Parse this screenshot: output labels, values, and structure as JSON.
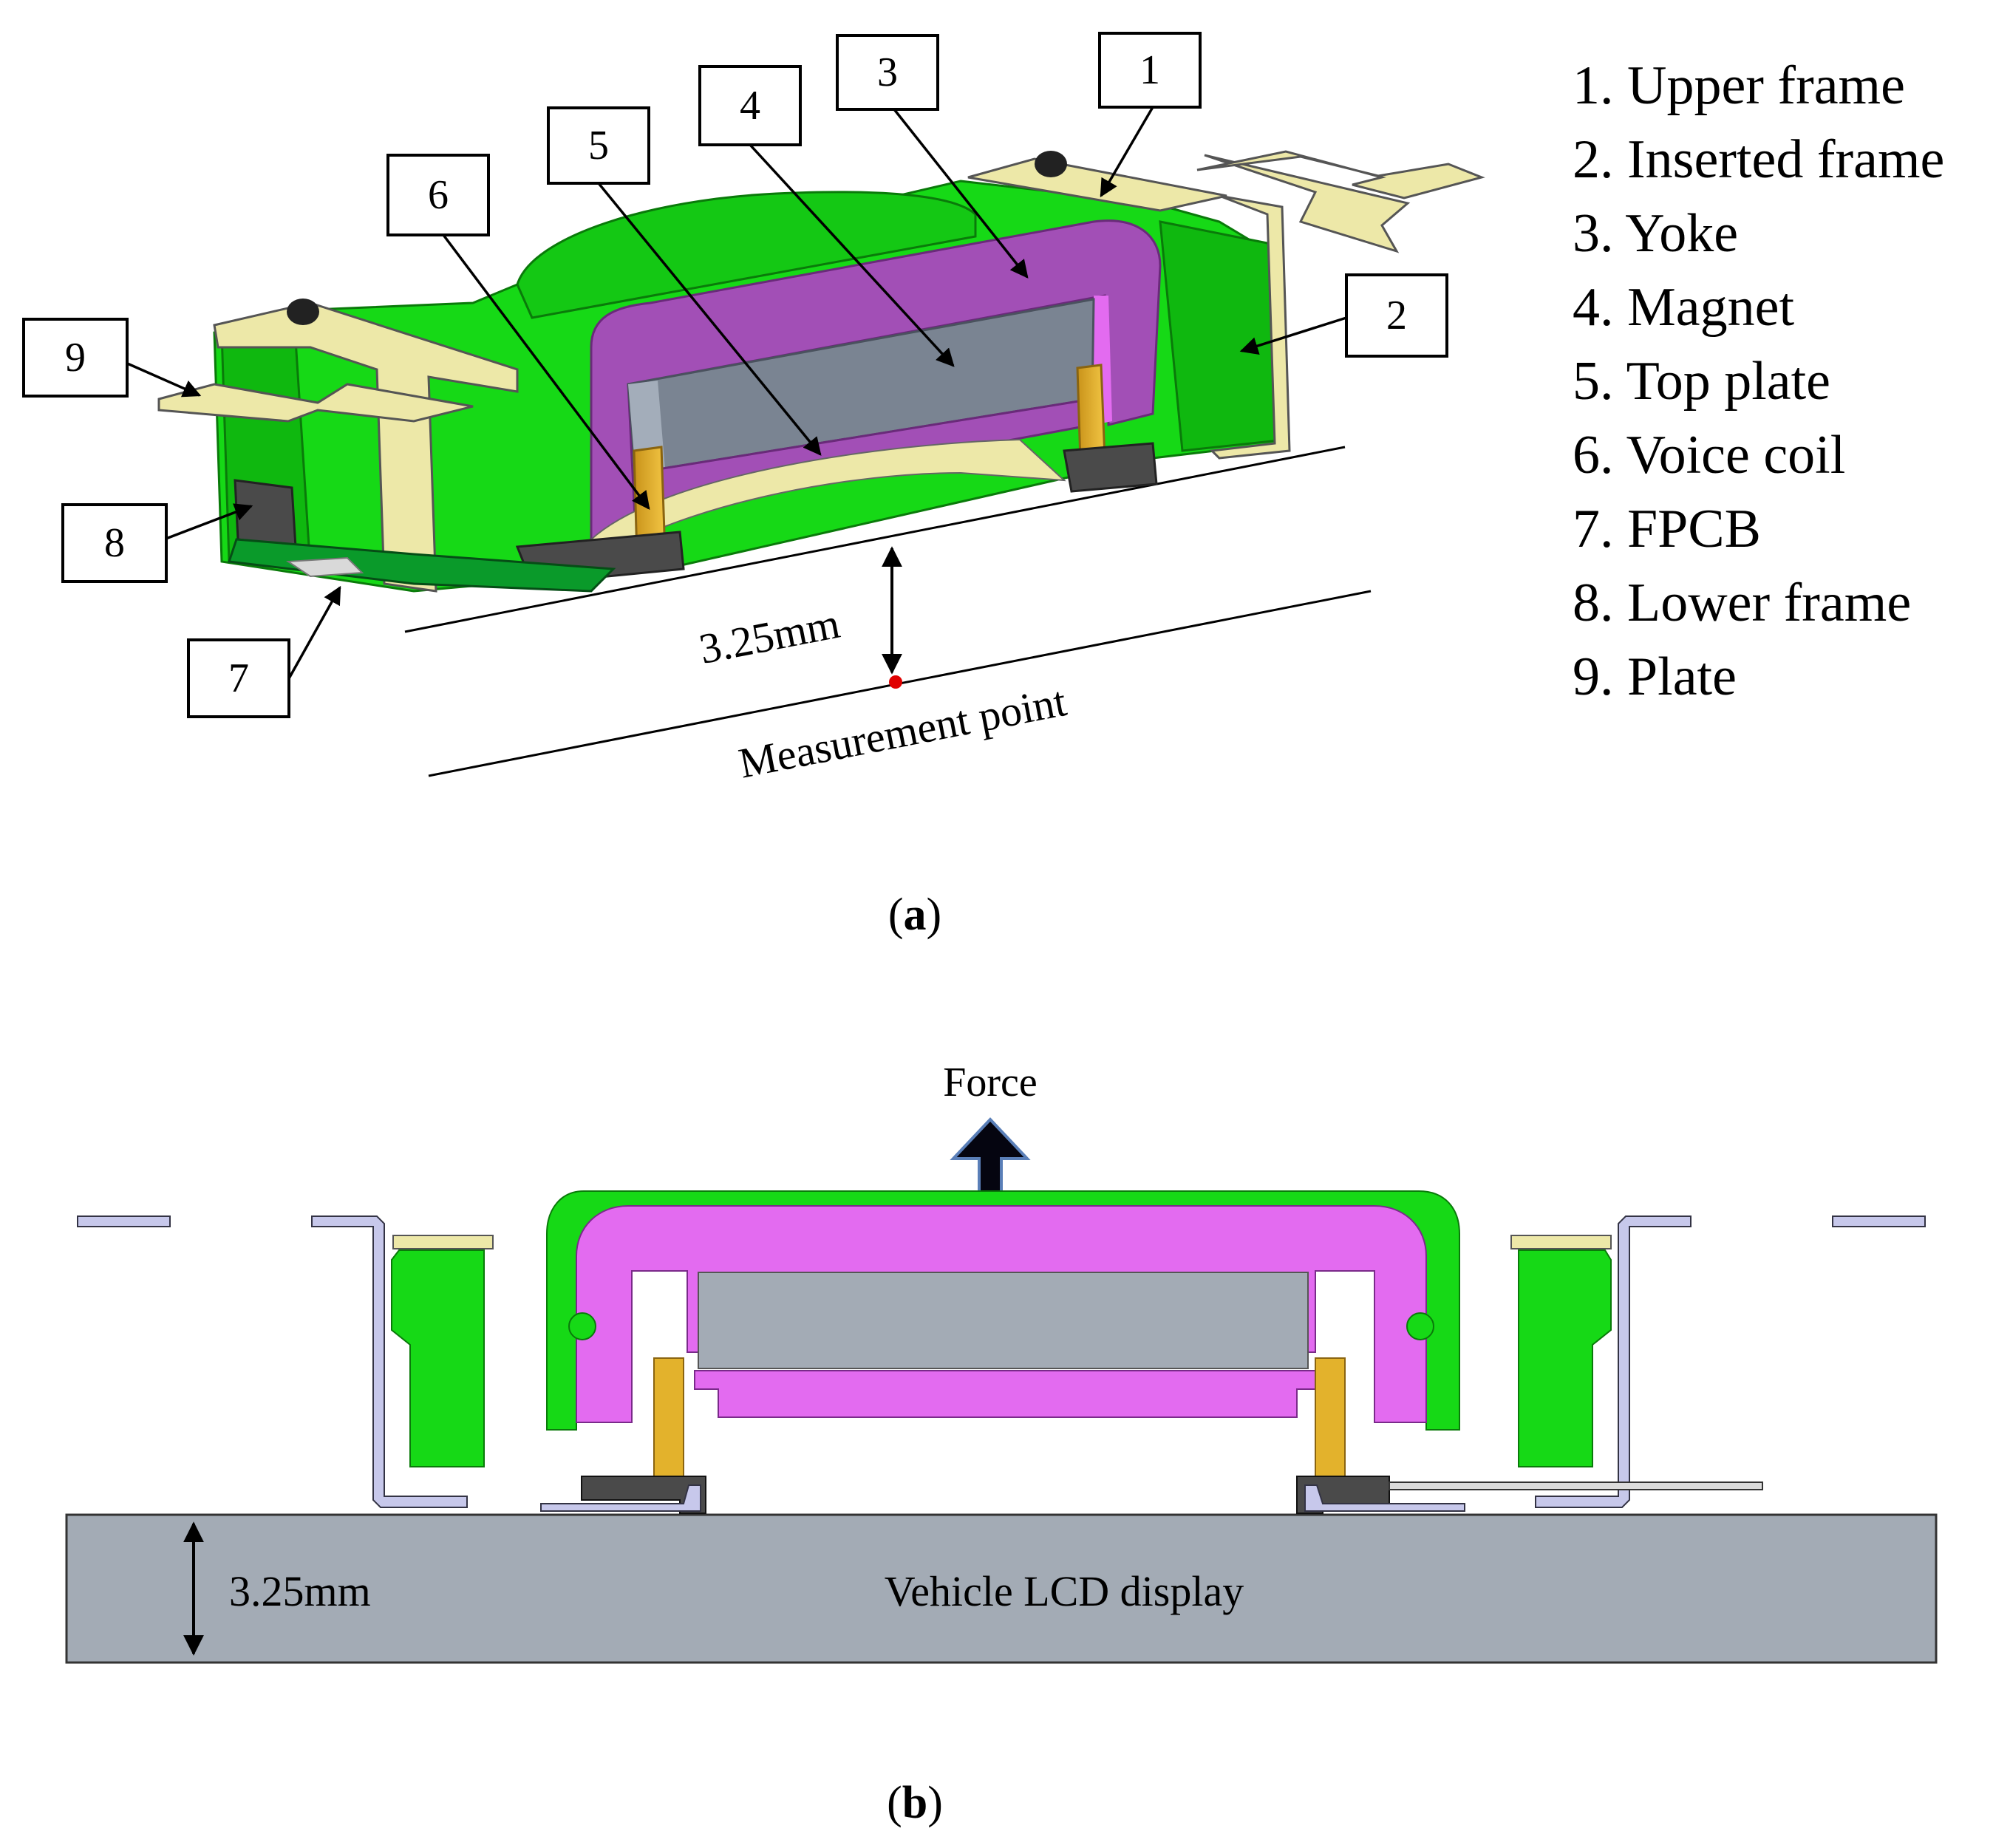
{
  "callouts": [
    "1",
    "2",
    "3",
    "4",
    "5",
    "6",
    "7",
    "8",
    "9"
  ],
  "legend": [
    "1. Upper frame",
    "2. Inserted frame",
    "3. Yoke",
    "4. Magnet",
    "5. Top plate",
    "6. Voice coil",
    "7. FPCB",
    "8. Lower frame",
    "9. Plate"
  ],
  "panel_a": {
    "dimension": "3.25mm",
    "measurement_label": "Measurement point",
    "caption_open": "(",
    "caption_letter": "a",
    "caption_close": ")"
  },
  "panel_b": {
    "force_label": "Force",
    "dimension": "3.25mm",
    "display_label": "Vehicle LCD display",
    "caption_open": "(",
    "caption_letter": "b",
    "caption_close": ")"
  },
  "colors": {
    "frame_green": "#16d916",
    "frame_green_dark": "#0fb80f",
    "yoke_purple": "#a24fb6",
    "yoke_pink": "#e36bf0",
    "magnet_grey": "#7a8492",
    "magnet_light": "#a3adba",
    "coil_gold": "#e3b22c",
    "plate_cream": "#ede8a8",
    "lower_frame_dark": "#4a4a4a",
    "fpcb_green": "#0a9a2a",
    "display_grey": "#a3abb5",
    "steel_lavender": "#c7c8eb",
    "measurement_point": "#e00000"
  }
}
